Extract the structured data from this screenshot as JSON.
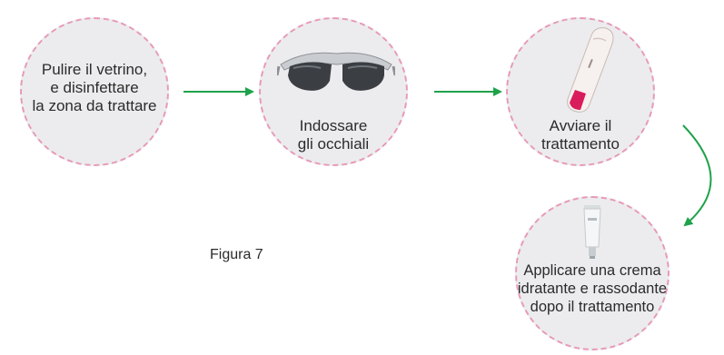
{
  "steps": [
    {
      "lines": [
        "Pulire il vetrino,",
        "e disinfettare",
        "la zona da trattare"
      ]
    },
    {
      "lines": [
        "Indossare",
        "gli occhiali"
      ],
      "icon": "sunglasses-icon"
    },
    {
      "lines": [
        "Avviare il",
        "trattamento"
      ],
      "icon": "handheld-device-icon"
    },
    {
      "lines": [
        "Applicare una crema",
        "idratante e rassodante",
        "dopo il trattamento"
      ],
      "icon": "cream-tube-icon"
    }
  ],
  "caption": "Figura 7",
  "colors": {
    "circle_fill": "#ececee",
    "circle_border": "#e79ab8",
    "arrow": "#1ea24a",
    "text": "#2b2b2b"
  }
}
